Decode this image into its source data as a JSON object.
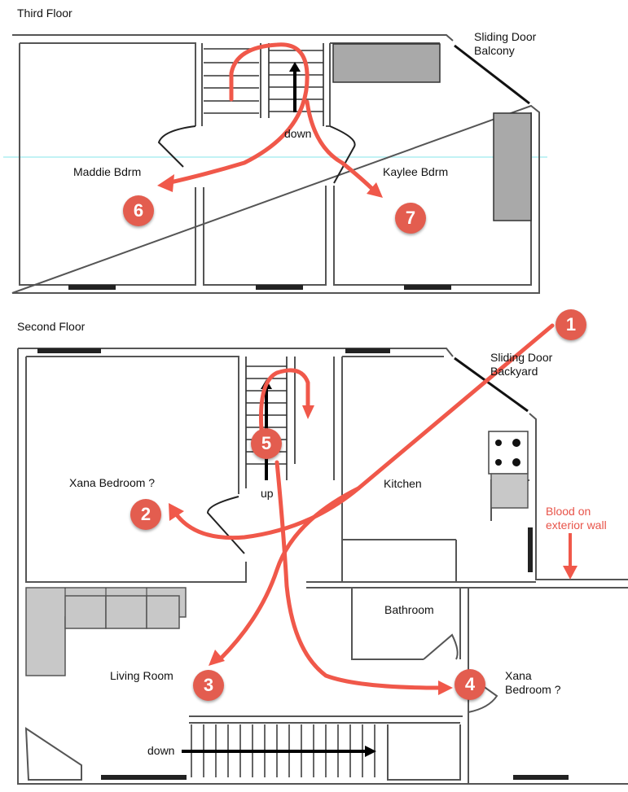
{
  "third_floor": {
    "heading": "Third Floor",
    "rooms": {
      "maddie": "Maddie Bdrm",
      "kaylee": "Kaylee Bdrm"
    },
    "sliding_door": {
      "line1": "Sliding Door",
      "line2": "Balcony"
    },
    "stair_label": "down",
    "markers": [
      "6",
      "7"
    ]
  },
  "second_floor": {
    "heading": "Second Floor",
    "rooms": {
      "xana_left": "Xana Bedroom ?",
      "kitchen": "Kitchen",
      "bathroom": "Bathroom",
      "living_room": "Living Room",
      "xana_right_line1": "Xana",
      "xana_right_line2": "Bedroom ?"
    },
    "sliding_door": {
      "line1": "Sliding Door",
      "line2": "Backyard"
    },
    "stair_up_label": "up",
    "stair_down_label": "down",
    "annotation": {
      "line1": "Blood on",
      "line2": "exterior wall"
    },
    "markers": [
      "1",
      "2",
      "3",
      "4",
      "5"
    ]
  },
  "colors": {
    "path_red": "#f0584a",
    "marker_red": "#e35d4f",
    "annotation_red": "#e8544a",
    "furniture_gray": "#a9a9a9"
  }
}
